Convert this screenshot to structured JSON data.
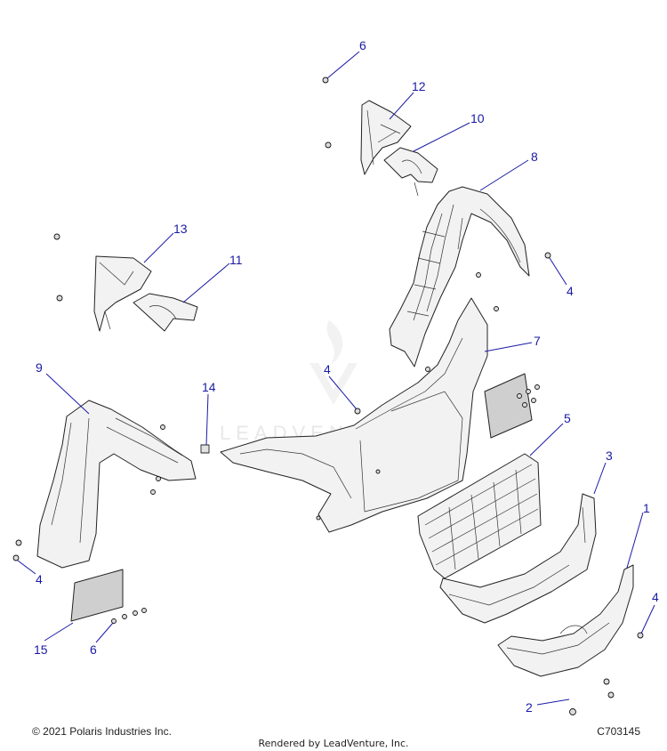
{
  "watermark": {
    "text": "LEADVENTURE"
  },
  "footer": {
    "copyright": "© 2021 Polaris Industries Inc.",
    "drawing_id": "C703145",
    "rendered_by": "Rendered by LeadVenture, Inc."
  },
  "callouts": [
    {
      "id": "c6a",
      "label": "6"
    },
    {
      "id": "c12",
      "label": "12"
    },
    {
      "id": "c10",
      "label": "10"
    },
    {
      "id": "c8",
      "label": "8"
    },
    {
      "id": "c13",
      "label": "13"
    },
    {
      "id": "c11",
      "label": "11"
    },
    {
      "id": "c4a",
      "label": "4"
    },
    {
      "id": "c7",
      "label": "7"
    },
    {
      "id": "c9",
      "label": "9"
    },
    {
      "id": "c14",
      "label": "14"
    },
    {
      "id": "c4b",
      "label": "4"
    },
    {
      "id": "c5",
      "label": "5"
    },
    {
      "id": "c3",
      "label": "3"
    },
    {
      "id": "c1",
      "label": "1"
    },
    {
      "id": "c4c",
      "label": "4"
    },
    {
      "id": "c4d",
      "label": "4"
    },
    {
      "id": "c15",
      "label": "15"
    },
    {
      "id": "c6b",
      "label": "6"
    },
    {
      "id": "c2",
      "label": "2"
    }
  ],
  "colors": {
    "callout": "#1a1aa6",
    "line": "#222222",
    "fill": "#f2f2f2"
  }
}
